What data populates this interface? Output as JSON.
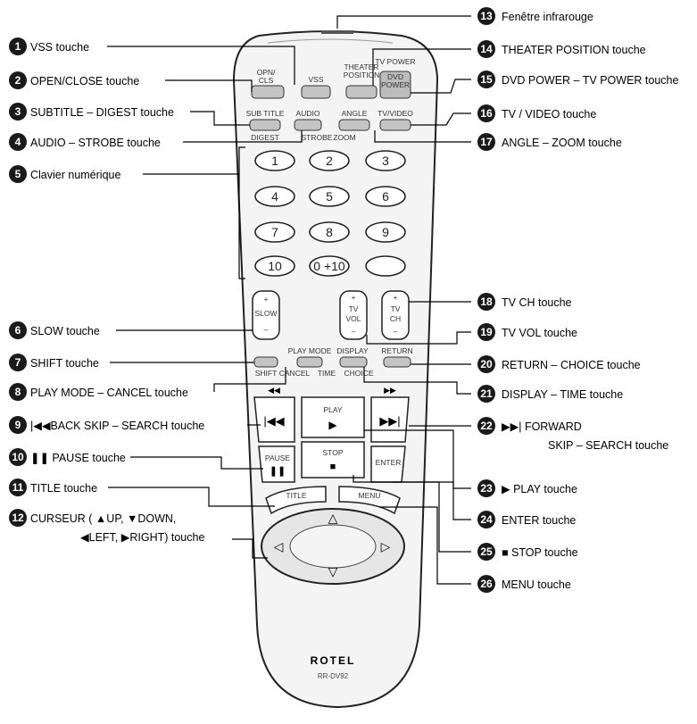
{
  "callouts": [
    {
      "n": "1",
      "text": "VSS touche"
    },
    {
      "n": "2",
      "text": "OPEN/CLOSE touche"
    },
    {
      "n": "3",
      "text": "SUBTITLE – DIGEST touche"
    },
    {
      "n": "4",
      "text": "AUDIO – STROBE touche"
    },
    {
      "n": "5",
      "text": "Clavier numérique"
    },
    {
      "n": "6",
      "text": "SLOW touche"
    },
    {
      "n": "7",
      "text": "SHIFT touche"
    },
    {
      "n": "8",
      "text": "PLAY MODE – CANCEL touche"
    },
    {
      "n": "9",
      "text": "BACK SKIP – SEARCH touche"
    },
    {
      "n": "10",
      "text": "PAUSE touche"
    },
    {
      "n": "11",
      "text": "TITLE touche"
    },
    {
      "n": "12",
      "text": "CURSEUR ( ▲UP, ▼DOWN,",
      "text2": "◀LEFT, ▶RIGHT) touche"
    },
    {
      "n": "13",
      "text": "Fenêtre infrarouge"
    },
    {
      "n": "14",
      "text": "THEATER POSITION touche"
    },
    {
      "n": "15",
      "text": "DVD POWER – TV POWER touche"
    },
    {
      "n": "16",
      "text": "TV / VIDEO touche"
    },
    {
      "n": "17",
      "text": "ANGLE – ZOOM touche"
    },
    {
      "n": "18",
      "text": "TV CH touche"
    },
    {
      "n": "19",
      "text": "TV VOL touche"
    },
    {
      "n": "20",
      "text": "RETURN – CHOICE touche"
    },
    {
      "n": "21",
      "text": "DISPLAY – TIME touche"
    },
    {
      "n": "22",
      "text": "FORWARD",
      "text2": "SKIP – SEARCH touche"
    },
    {
      "n": "23",
      "text": "PLAY touche"
    },
    {
      "n": "24",
      "text": "ENTER touche"
    },
    {
      "n": "25",
      "text": "STOP touche"
    },
    {
      "n": "26",
      "text": "MENU touche"
    }
  ],
  "remote": {
    "brand": "ROTEL",
    "model": "RR-DV92",
    "top_row": [
      "OPN/\nCLS",
      "VSS",
      "THEATER\nPOSITION",
      "DVD\nPOWER"
    ],
    "tv_power": "TV POWER",
    "second_top": [
      "SUB TITLE",
      "AUDIO",
      "ANGLE",
      "TV/VIDEO"
    ],
    "second_bottom": [
      "DIGEST",
      "STROBE",
      "ZOOM"
    ],
    "keypad": [
      "1",
      "2",
      "3",
      "4",
      "5",
      "6",
      "7",
      "8",
      "9",
      "10",
      "0",
      "+10",
      ""
    ],
    "rockers": {
      "slow": [
        "+",
        "SLOW",
        "–"
      ],
      "vol": [
        "+",
        "TV",
        "VOL",
        "–"
      ],
      "ch": [
        "+",
        "TV",
        "CH",
        "–"
      ]
    },
    "shift_row_top": [
      "PLAY MODE",
      "DISPLAY",
      "RETURN"
    ],
    "shift_row_bottom": [
      "SHIFT",
      "CANCEL",
      "TIME",
      "CHOICE"
    ],
    "transport": {
      "play": "PLAY",
      "pause": "PAUSE",
      "stop": "STOP",
      "enter": "ENTER"
    },
    "nav": {
      "title": "TITLE",
      "menu": "MENU"
    }
  },
  "colors": {
    "callout_circle": "#1a1a1a",
    "remote_body": "#f2f2f2",
    "button_gray": "#bdbdbd",
    "outline": "#222222"
  }
}
